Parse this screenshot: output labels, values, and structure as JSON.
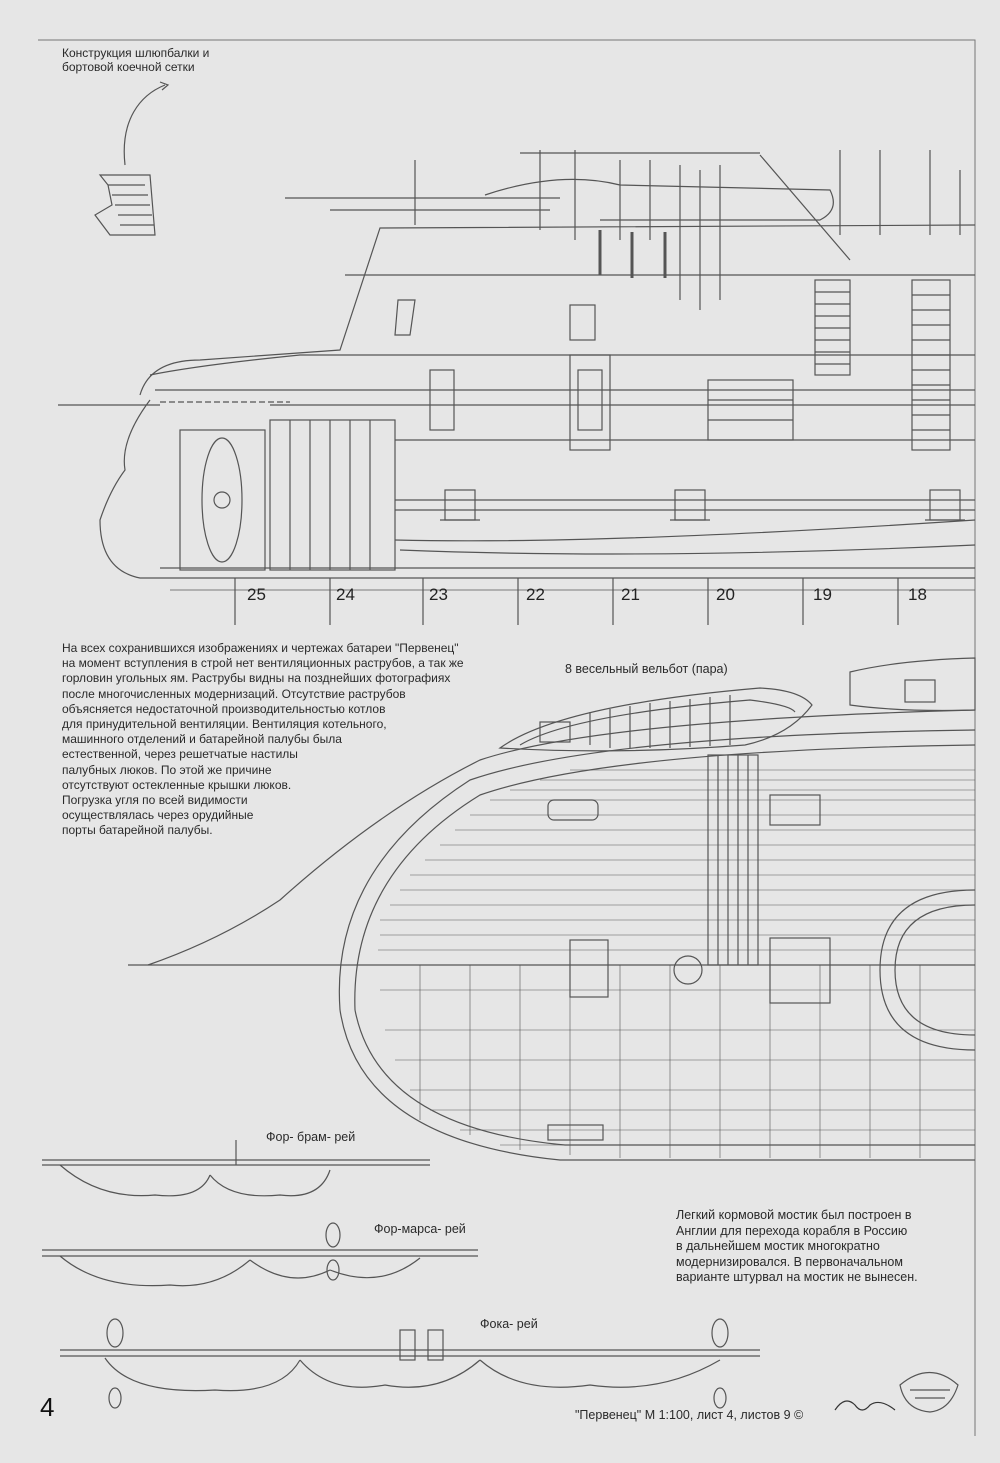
{
  "captions": {
    "boat_davit": "Конструкция шлюпбалки и\nбортовой коечной сетки",
    "whaleboat": "8 весельный вельбот (пара)"
  },
  "notes": {
    "ventilation": "На всех сохранившихся изображениях и чертежах батареи \"Первенец\"\nна момент вступления в строй нет вентиляционных раструбов, а так же\nгорловин угольных ям. Раструбы видны на позднейших фотографиях\nпосле многочисленных модернизаций. Отсутствие раструбов\nобъясняется недостаточной производительностью котлов\nдля принудительной вентиляции. Вентиляция котельного,\nмашинного отделений и батарейной палубы была\nестественной, через решетчатые настилы\nпалубных люков. По этой же причине\nотсутствуют остекленные крышки люков.\nПогрузка угля по всей видимости\nосуществлялась через орудийные\nпорты батарейной палубы.",
    "stern_bridge": "Легкий кормовой мостик был построен в\nАнглии для перехода корабля в Россию\nв дальнейшем мостик многократно\nмодернизировался. В первоначальном\nварианте штурвал на мостик не вынесен."
  },
  "frames": [
    "25",
    "24",
    "23",
    "22",
    "21",
    "20",
    "19",
    "18"
  ],
  "yards": [
    "Фор- брам- рей",
    "Фор-марса- рей",
    "Фока- рей"
  ],
  "footer": {
    "page_number": "4",
    "title": "\"Первенец\" М 1:100, лист 4, листов 9  ©"
  }
}
